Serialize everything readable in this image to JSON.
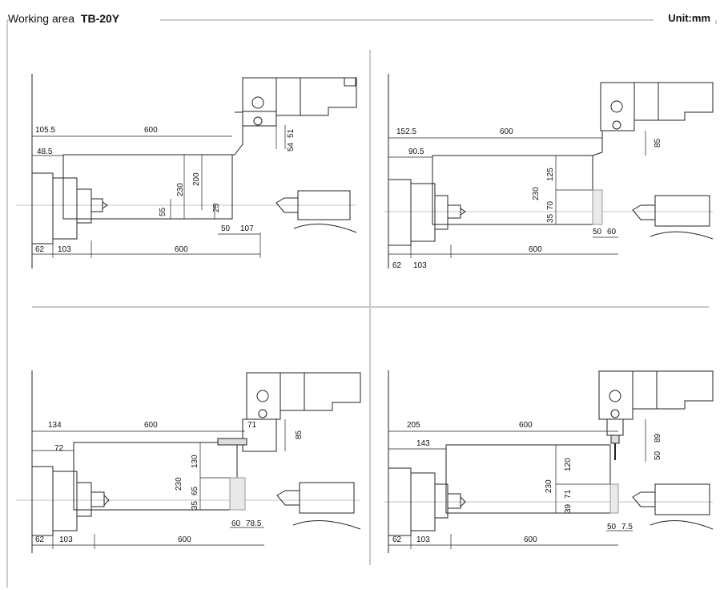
{
  "header": {
    "title": "Working area",
    "model": "TB-20Y",
    "unit": "Unit:mm"
  },
  "panels": [
    {
      "dims": [
        "105.5",
        "600",
        "48.5",
        "54",
        "51",
        "230",
        "200",
        "55",
        "25",
        "50",
        "107",
        "62",
        "103",
        "600"
      ]
    },
    {
      "dims": [
        "152.5",
        "600",
        "90.5",
        "85",
        "125",
        "230",
        "70",
        "35",
        "50",
        "60",
        "62",
        "103",
        "600"
      ]
    },
    {
      "dims": [
        "134",
        "600",
        "72",
        "71",
        "85",
        "130",
        "230",
        "65",
        "35",
        "60",
        "78.5",
        "62",
        "103",
        "600"
      ]
    },
    {
      "dims": [
        "205",
        "600",
        "143",
        "89",
        "50",
        "120",
        "230",
        "71",
        "39",
        "50",
        "7.5",
        "62",
        "103",
        "600"
      ]
    }
  ]
}
